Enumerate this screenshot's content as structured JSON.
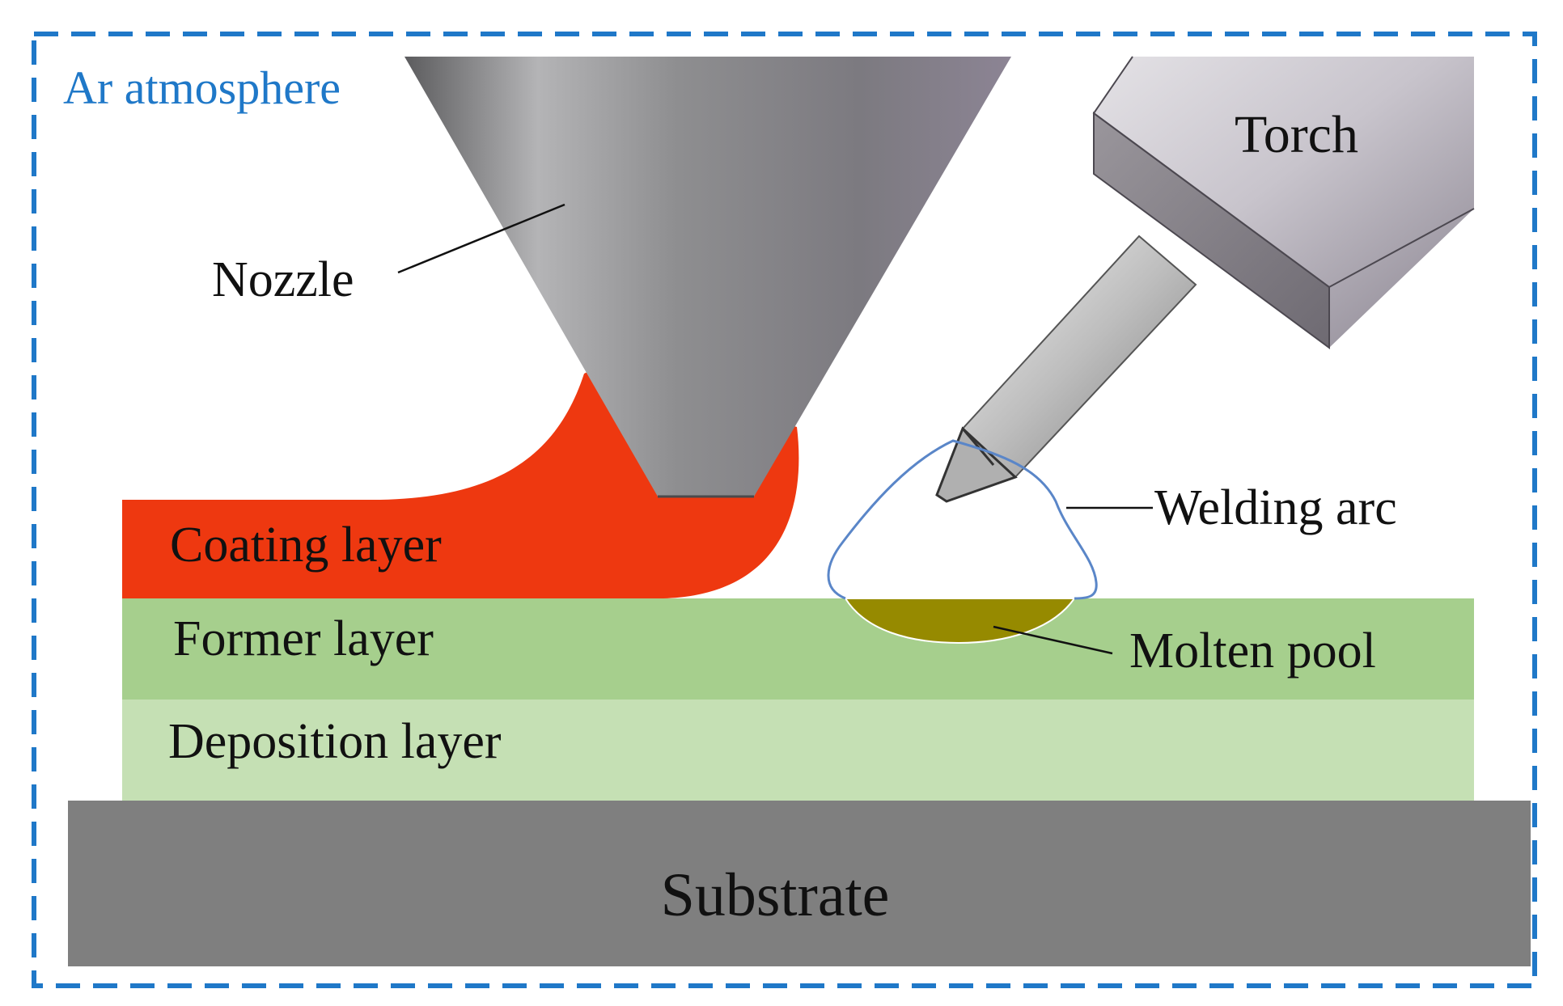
{
  "atmosphere_label": "Ar atmosphere",
  "labels": {
    "torch": "Torch",
    "nozzle": "Nozzle",
    "welding_arc": "Welding arc",
    "coating_layer": "Coating layer",
    "former_layer": "Former layer",
    "molten_pool": "Molten pool",
    "deposition_layer": "Deposition layer",
    "substrate": "Substrate"
  },
  "colors": {
    "frame_border": "#1f78c8",
    "atmosphere_text": "#1f78c8",
    "coating_layer": "#ee3810",
    "former_layer": "#a6cf8d",
    "deposition_layer": "#c5e0b4",
    "substrate": "#7f7f7f",
    "molten_pool": "#968a00",
    "welding_arc_outline": "#5a86c8",
    "nozzle_metal": "#8a8a8e",
    "torch_metal": "#a8a4ac",
    "label_text": "#111111"
  }
}
